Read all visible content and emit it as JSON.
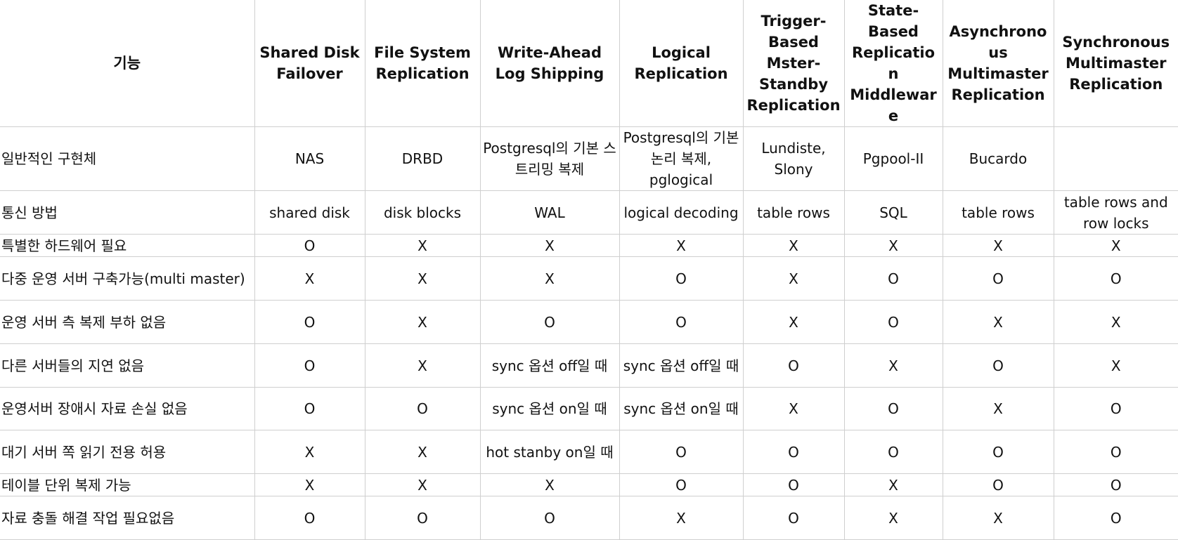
{
  "headers": [
    "기능",
    "Shared Disk Failover",
    "File System Replication",
    "Write-Ahead Log Shipping",
    "Logical Replication",
    "Trigger-Based Mster-Standby Replication",
    "State-Based Replication Middleware",
    "Asynchronous Multimaster Replication",
    "Synchronous Multimaster Replication"
  ],
  "rows": [
    {
      "label": "일반적인 구현체",
      "cells": [
        "NAS",
        "DRBD",
        "Postgresql의 기본 스트리밍 복제",
        "Postgresql의 기본 논리 복제, pglogical",
        "Lundiste, Slony",
        "Pgpool-II",
        "Bucardo",
        ""
      ]
    },
    {
      "label": "통신 방법",
      "cells": [
        "shared disk",
        "disk blocks",
        "WAL",
        "logical decoding",
        "table rows",
        "SQL",
        "table rows",
        "table rows and row locks"
      ]
    },
    {
      "label": "특별한 하드웨어 필요",
      "cells": [
        "O",
        "X",
        "X",
        "X",
        "X",
        "X",
        "X",
        "X"
      ]
    },
    {
      "label": "다중 운영 서버 구축가능(multi master)",
      "cells": [
        "X",
        "X",
        "X",
        "O",
        "X",
        "O",
        "O",
        "O"
      ]
    },
    {
      "label": "운영 서버 측 복제 부하 없음",
      "cells": [
        "O",
        "X",
        "O",
        "O",
        "X",
        "O",
        "X",
        "X"
      ]
    },
    {
      "label": "다른 서버들의 지연 없음",
      "cells": [
        "O",
        "X",
        "sync 옵션 off일 때",
        "sync 옵션 off일 때",
        "O",
        "X",
        "O",
        "X"
      ]
    },
    {
      "label": "운영서버 장애시 자료 손실 없음",
      "cells": [
        "O",
        "O",
        "sync 옵션 on일 때",
        "sync 옵션 on일 때",
        "X",
        "O",
        "X",
        "O"
      ]
    },
    {
      "label": "대기 서버 쪽 읽기 전용 허용",
      "cells": [
        "X",
        "X",
        "hot stanby on일 때",
        "O",
        "O",
        "O",
        "O",
        "O"
      ]
    },
    {
      "label": "테이블 단위 복제 가능",
      "cells": [
        "X",
        "X",
        "X",
        "O",
        "O",
        "X",
        "O",
        "O"
      ]
    },
    {
      "label": "자료 충돌 해결 작업 필요없음",
      "cells": [
        "O",
        "O",
        "O",
        "X",
        "O",
        "X",
        "X",
        "O"
      ]
    }
  ]
}
